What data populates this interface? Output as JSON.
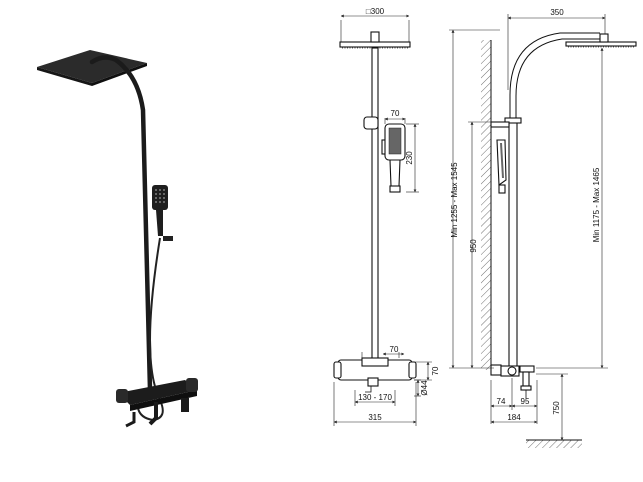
{
  "product_photo": {
    "description_icon": "shower-column-photo",
    "finish_color": "#2a2a2a"
  },
  "front_view": {
    "top_head_size": "□300",
    "handshower_width": "70",
    "handshower_height": "230",
    "mixer_connector_width": "70",
    "mixer_height": "70",
    "outlet_diameter": "Ø44",
    "inlet_range": "130 - 170",
    "overall_width": "315"
  },
  "side_view": {
    "top_reach": "350",
    "height_total": "Min 1255 - Max 1545",
    "height_column": "Min 1175 - Max 1465",
    "slide_bar_height": "950",
    "wall_to_pipe": "74",
    "pipe_to_outlet": "95",
    "wall_to_front": "184",
    "floor_height": "750"
  }
}
